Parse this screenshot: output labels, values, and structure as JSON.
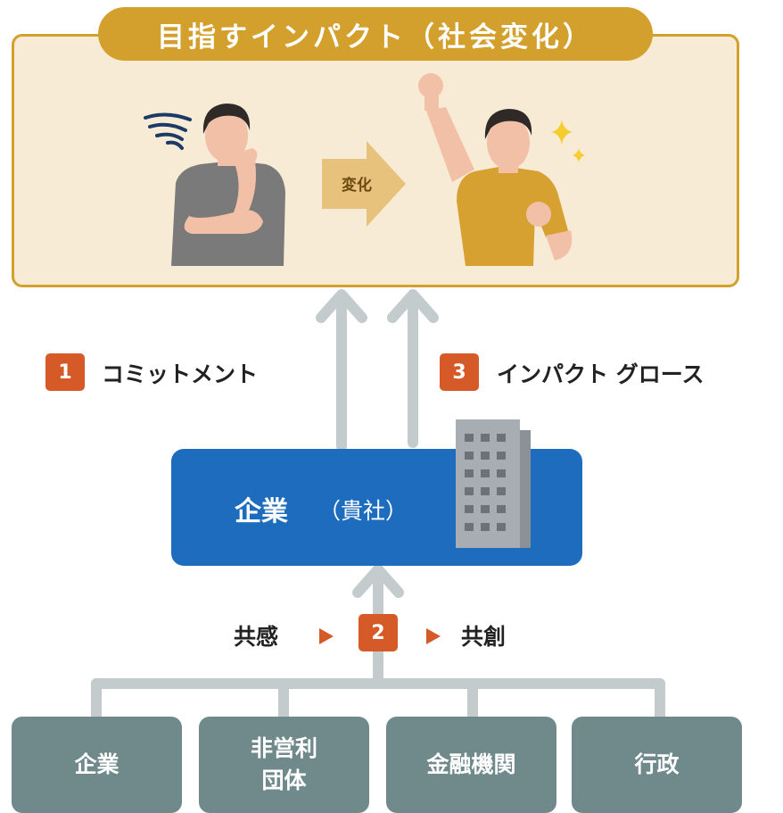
{
  "impact": {
    "title": "目指すインパクト（社会変化）",
    "change_label": "変化"
  },
  "steps": [
    {
      "number": "1",
      "label": "コミットメント"
    },
    {
      "number": "2",
      "left_label": "共感",
      "right_label": "共創"
    },
    {
      "number": "3",
      "label": "インパクト グロース"
    }
  ],
  "company": {
    "name": "企業",
    "suffix": "（貴社）"
  },
  "stakeholders": [
    {
      "label": "企業"
    },
    {
      "label": "非営利\n団体"
    },
    {
      "label": "金融機関"
    },
    {
      "label": "行政"
    }
  ],
  "colors": {
    "panel_fill": "#f7ebd5",
    "panel_border": "#d4a02d",
    "badge": "#d65a28",
    "company_blue": "#1d6cbd",
    "stakeholder_gray": "#708a8c",
    "connector_gray": "#c3cbcc"
  }
}
